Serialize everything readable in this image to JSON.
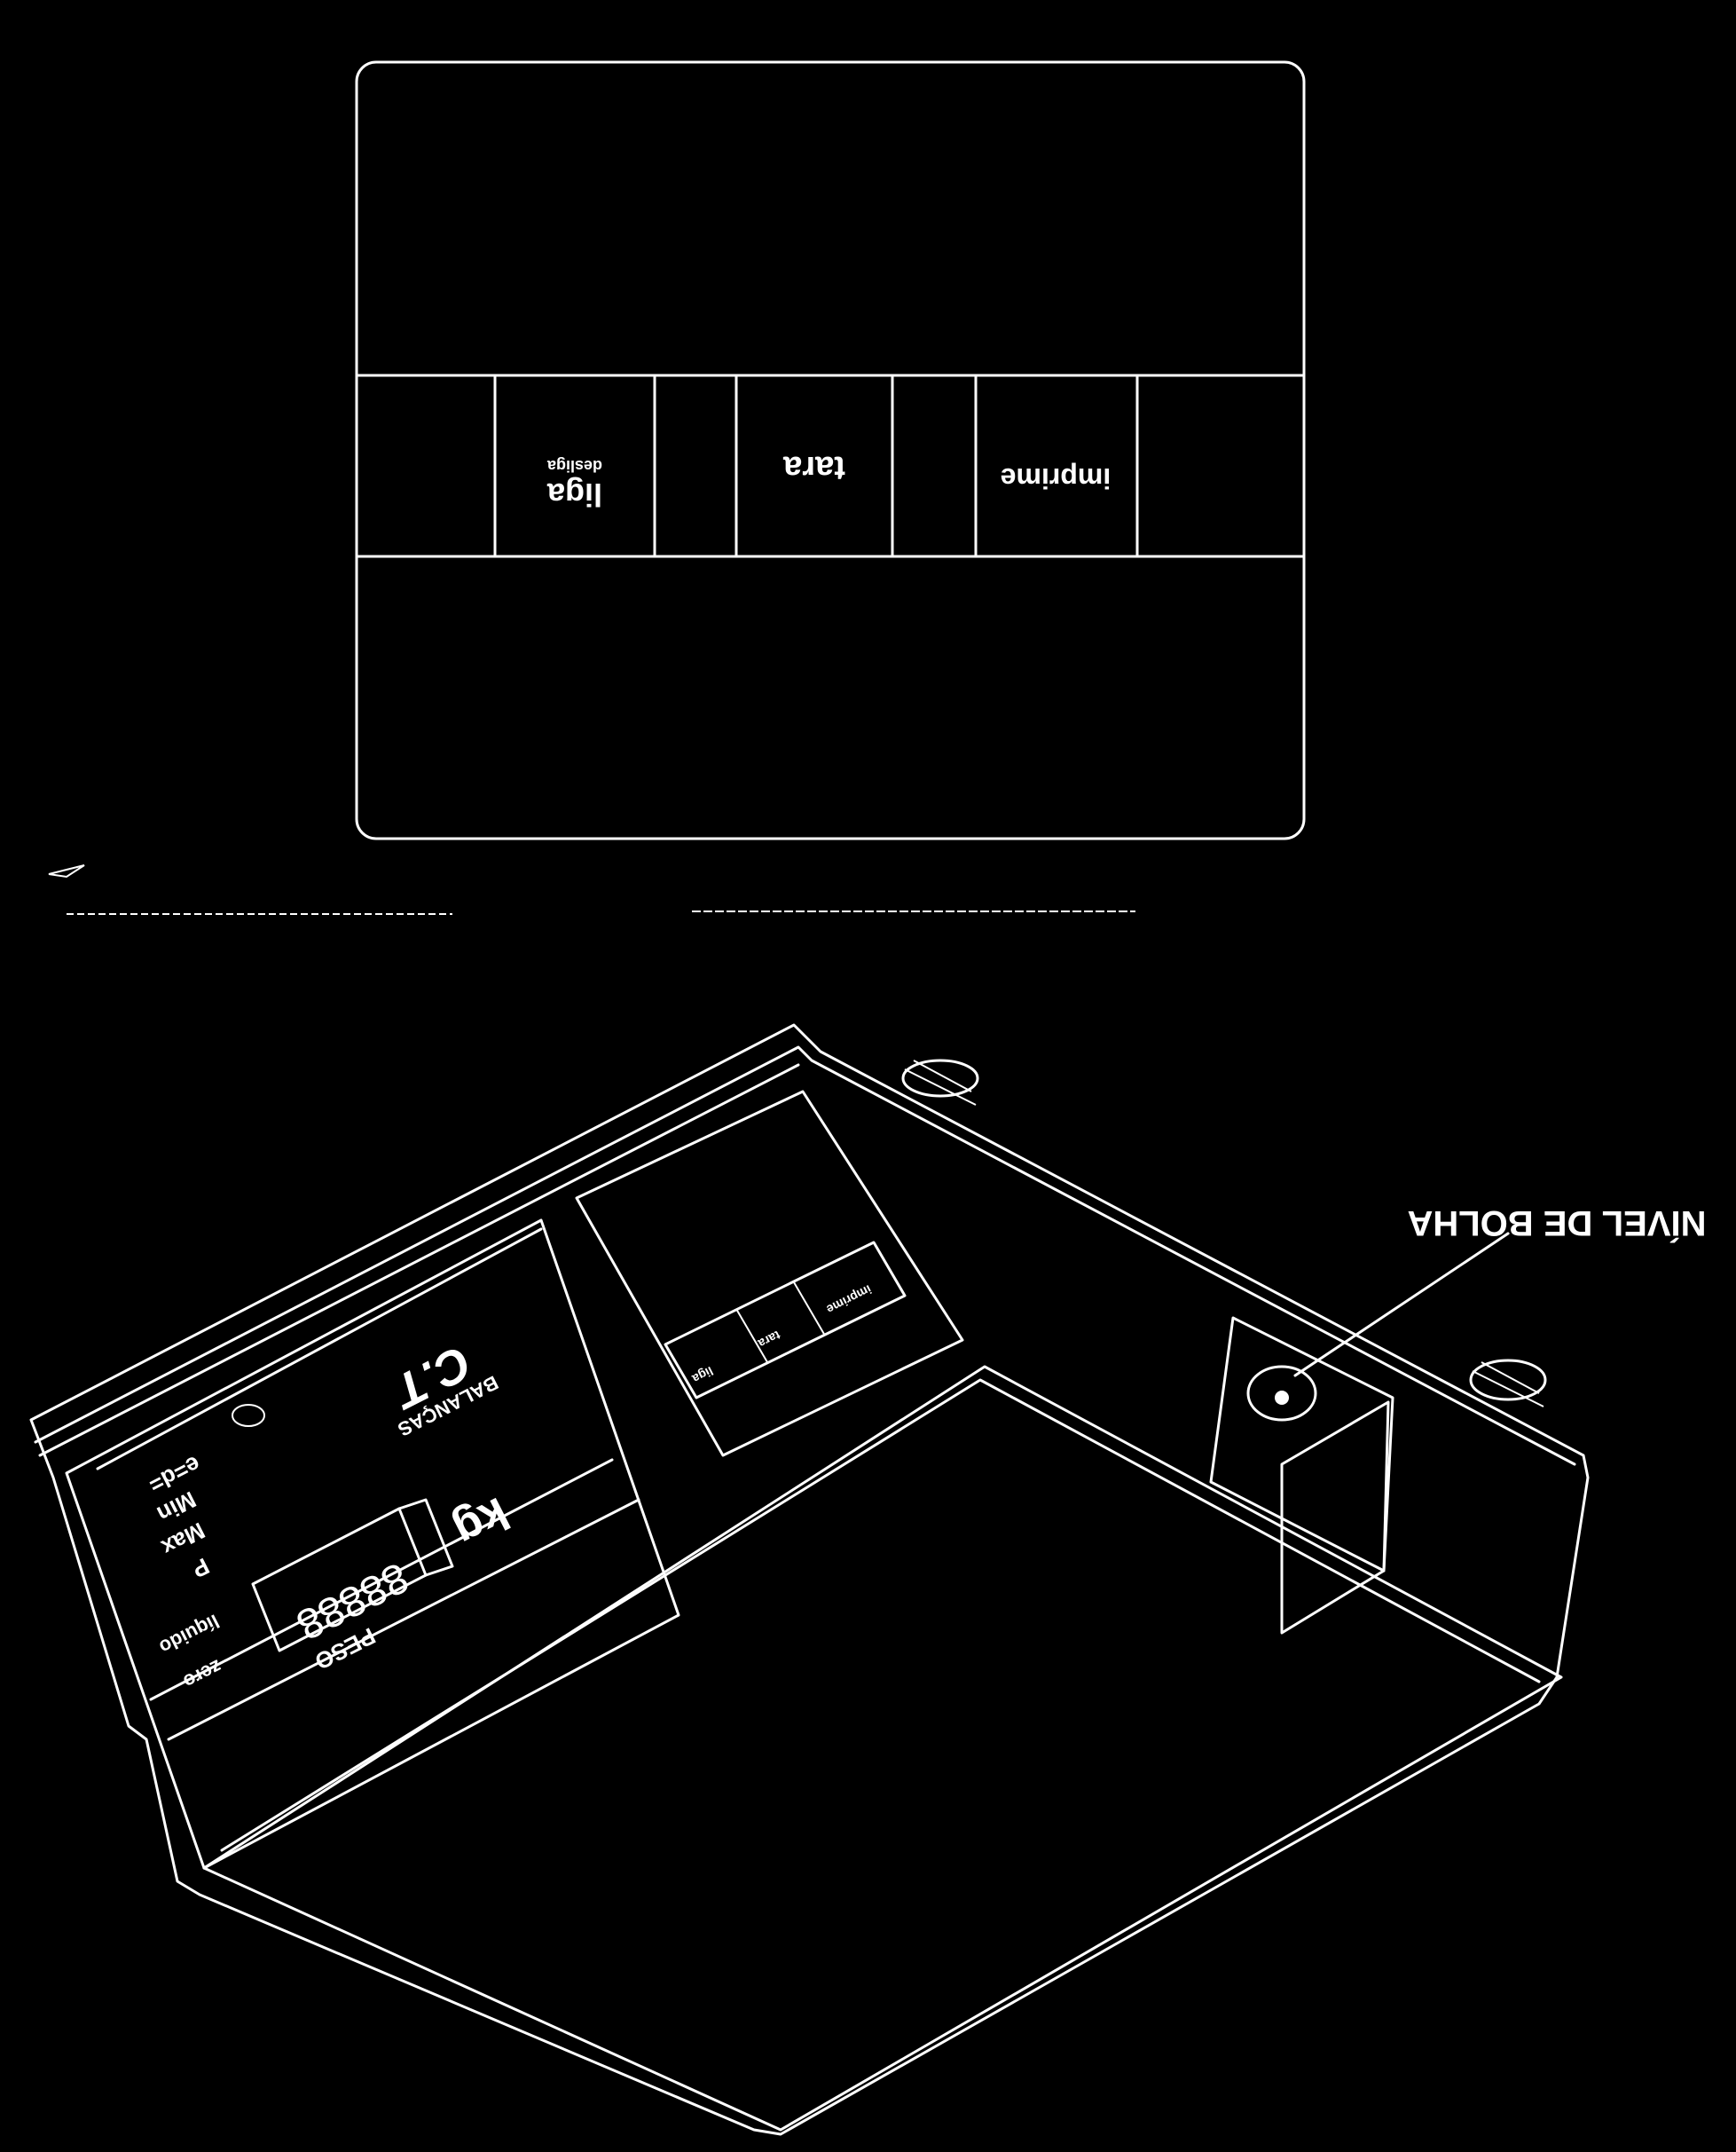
{
  "keypad_panel": {
    "keys": [
      {
        "label": "liga",
        "sublabel": "desliga"
      },
      {
        "label": "tara",
        "sublabel": ""
      },
      {
        "label": "imprime",
        "sublabel": ""
      }
    ]
  },
  "scale": {
    "brand": "C.T",
    "brand_sub": "BALANÇAS",
    "unit": "kg",
    "display_digits": "88888",
    "display_caption": "PESO",
    "indicators": [
      "zero",
      "líquido"
    ],
    "spec_labels": [
      "P",
      "Max",
      "Min",
      "e=d="
    ],
    "small_keys": [
      "liga",
      "tara",
      "imprime"
    ]
  },
  "callout": {
    "label": "NÍVEL DE BOLHA"
  },
  "colors": {
    "background": "#000000",
    "line": "#ffffff"
  }
}
